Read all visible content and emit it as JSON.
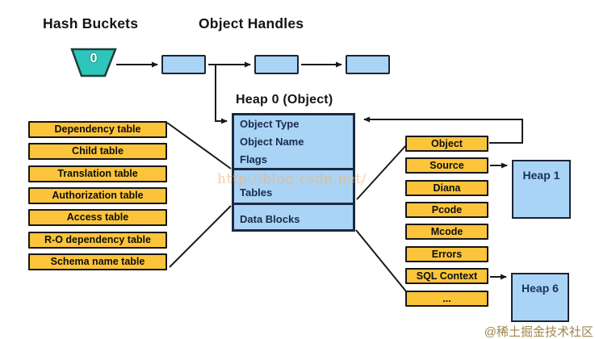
{
  "titles": {
    "hash_buckets": "Hash Buckets",
    "object_handles": "Object Handles",
    "heap0": "Heap 0 (Object)"
  },
  "bucket": {
    "label": "0"
  },
  "heap0": {
    "fields": [
      "Object Type",
      "Object Name",
      "Flags"
    ],
    "tables_label": "Tables",
    "data_blocks_label": "Data Blocks"
  },
  "left_tables": [
    "Dependency table",
    "Child table",
    "Translation table",
    "Authorization table",
    "Access table",
    "R-O dependency table",
    "Schema name table"
  ],
  "right_tables": [
    "Object",
    "Source",
    "Diana",
    "Pcode",
    "Mcode",
    "Errors",
    "SQL Context",
    "..."
  ],
  "heaps": {
    "heap1_label": "Heap 1",
    "heap6_label": "Heap 6"
  },
  "watermarks": {
    "center": "http://blog.csdn.net/",
    "corner": "@稀土掘金技术社区"
  },
  "colors": {
    "box_blue": "#A9D4F6",
    "box_yellow": "#FBC43B",
    "bucket_teal": "#2EC6BA",
    "outline": "#1A1A1A",
    "navy_text": "#17325A",
    "watermark_center": "#F2B270",
    "watermark_corner": "#8D712A"
  }
}
